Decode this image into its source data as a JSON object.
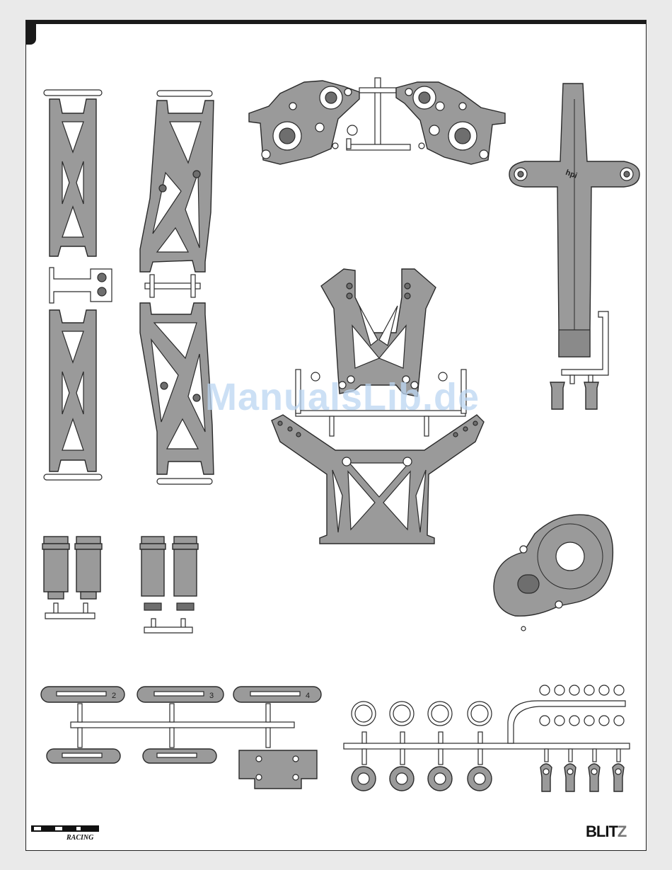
{
  "colors": {
    "part_fill": "#9a9a9a",
    "part_stroke": "#2a2a2a",
    "sprue": "#ffffff"
  },
  "parts": {
    "mount_labels": [
      "2",
      "3",
      "4"
    ]
  },
  "footer": {
    "left_logo": "HPI RACING",
    "right_logo_main": "BLIT",
    "right_logo_accent": "Z"
  },
  "watermark": "ManualsLib.de"
}
